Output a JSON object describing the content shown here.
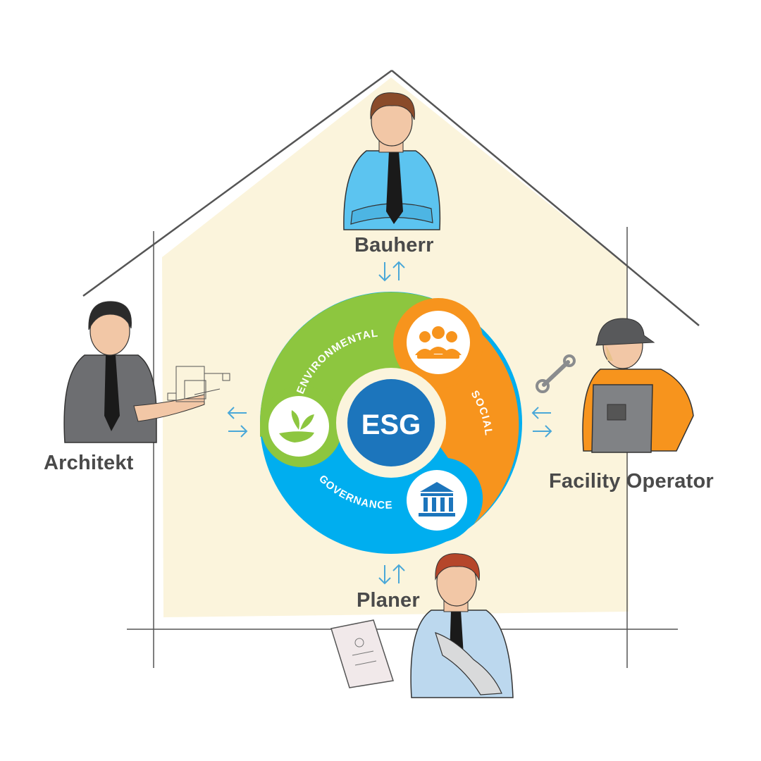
{
  "roles": {
    "top": "Bauherr",
    "left": "Architekt",
    "right": "Facility Operator",
    "bottom": "Planer"
  },
  "center": {
    "label": "ESG",
    "segments": {
      "environmental": "ENVIRONMENTAL",
      "social": "SOCIAL",
      "governance": "GOVERNANCE"
    }
  },
  "icons": {
    "environmental": "leaf-hand-icon",
    "social": "people-group-icon",
    "governance": "bank-building-icon",
    "arrows": "bidirectional-arrow-icon"
  },
  "colors": {
    "environmental": "#8dc63f",
    "social": "#f7941d",
    "governance": "#00aeef",
    "center": "#1c75bc",
    "house_fill": "#fbf4dc",
    "arrow": "#4aa8d8",
    "label": "#4a4a4a"
  }
}
